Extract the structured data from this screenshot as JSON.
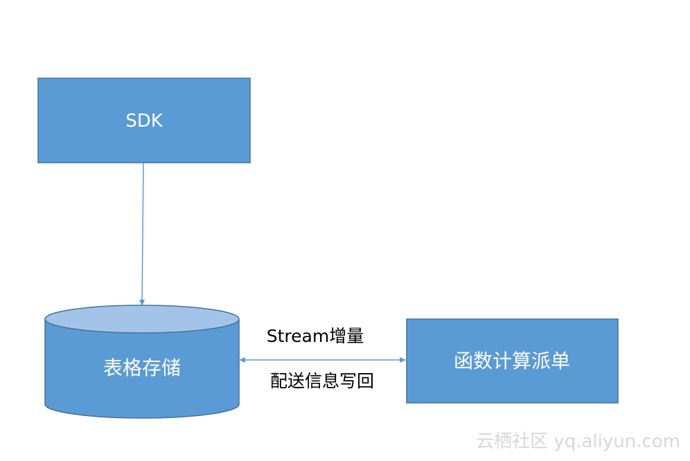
{
  "colors": {
    "box_fill": "#5b9bd5",
    "box_stroke": "#41719c",
    "cylinder_top": "#a3c4e8",
    "arrow": "#5b9bd5",
    "label_text": "#ffffff",
    "edge_text": "#000000",
    "watermark_text": "#d8d8d8"
  },
  "nodes": {
    "sdk": {
      "label": "SDK"
    },
    "table_storage": {
      "label": "表格存储"
    },
    "function_compute": {
      "label": "函数计算派单"
    }
  },
  "edges": {
    "sdk_to_storage": {
      "direction": "one-way"
    },
    "storage_function": {
      "direction": "bidirectional",
      "label_top": "Stream增量",
      "label_bottom": "配送信息写回"
    }
  },
  "watermark": {
    "text": "云栖社区 yq.aliyun.com"
  }
}
